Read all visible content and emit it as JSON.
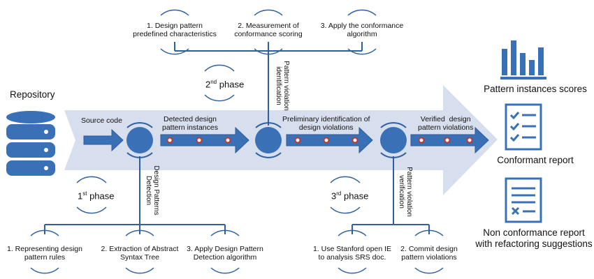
{
  "repository": {
    "label": "Repository",
    "icon": "database-icon"
  },
  "main_flow": {
    "source_code": "Source code",
    "detected": "Detected design\npattern instances",
    "preliminary": "Preliminary identification of\ndesign violations",
    "verified": "Verified  design\npattern violations"
  },
  "phases": {
    "first": {
      "num": "1",
      "sup": "st",
      "word": " phase"
    },
    "second": {
      "num": "2",
      "sup": "nd",
      "word": " phase"
    },
    "third": {
      "num": "3",
      "sup": "rd",
      "word": " phase"
    }
  },
  "vertical_labels": {
    "pattern_violation_identification": "Pattern violation\nidentification",
    "design_patterns_detection": "Design Patterns\nDetection",
    "pattern_violation_verification": "Pattern violation\nverification"
  },
  "top_steps": [
    "1. Design pattern\npredefined characteristics",
    "2. Measurement of\nconformance scoring",
    "3. Apply the conformance\nalgorithm"
  ],
  "bottom_left_steps": [
    "1. Representing design\npattern rules",
    "2. Extraction of Abstract\nSyntax Tree",
    "3. Apply Design Pattern\nDetection algorithm"
  ],
  "bottom_right_steps": [
    "1. Use Stanford open IE\nto analysis SRS doc.",
    "2. Commit design\npattern violations"
  ],
  "outputs": [
    {
      "label": "Pattern instances scores",
      "icon": "bar-chart-icon"
    },
    {
      "label": "Conformant report",
      "icon": "checklist-icon"
    },
    {
      "label": "Non conformance report\nwith refactoring suggestions",
      "icon": "report-x-icon"
    }
  ],
  "colors": {
    "primary": "#3a70b6",
    "band": "#d7deed",
    "line": "#2f5f9e",
    "dot": "#c0392b"
  }
}
